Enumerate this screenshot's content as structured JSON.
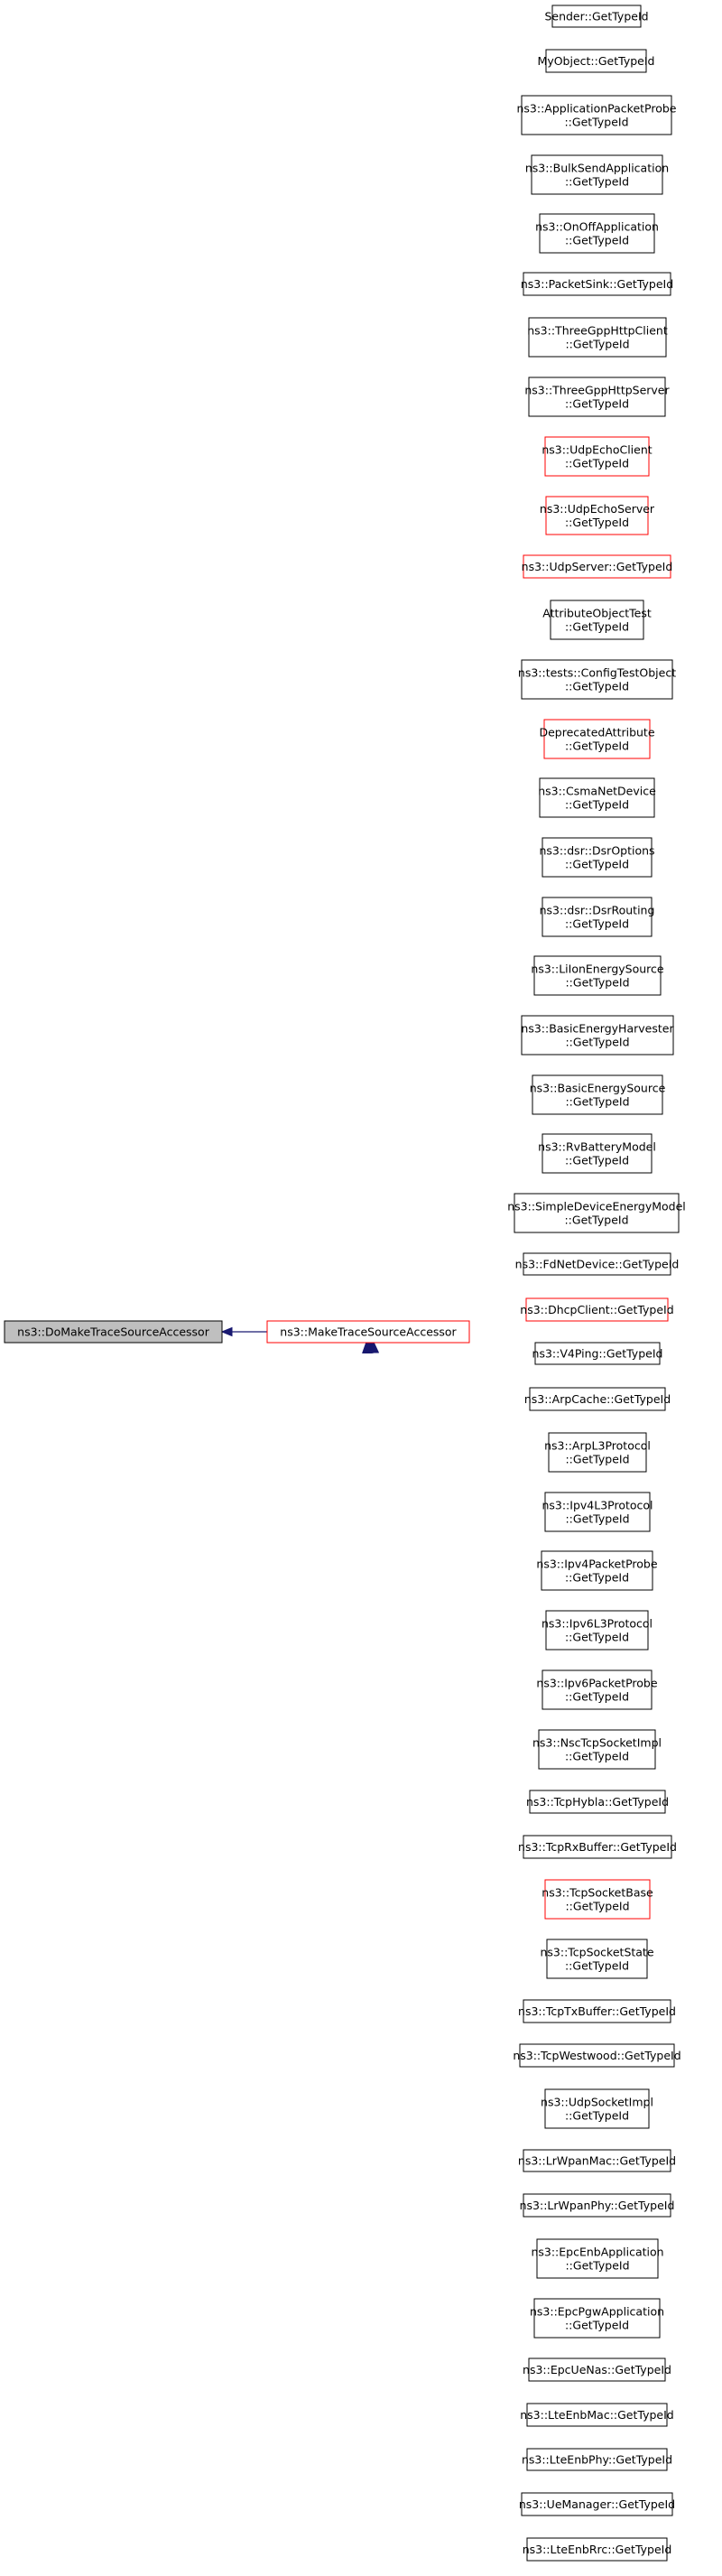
{
  "nodes": {
    "root": {
      "id": "do-make",
      "lines": [
        "ns3::DoMakeTraceSourceAccessor"
      ],
      "color": "grey"
    },
    "mid": {
      "id": "make",
      "lines": [
        "ns3::MakeTraceSourceAccessor"
      ],
      "color": "red"
    },
    "callers": [
      {
        "id": "sender",
        "lines": [
          "Sender::GetTypeId"
        ],
        "color": "black"
      },
      {
        "id": "myobject",
        "lines": [
          "MyObject::GetTypeId"
        ],
        "color": "black"
      },
      {
        "id": "app-packet-probe",
        "lines": [
          "ns3::ApplicationPacketProbe",
          "::GetTypeId"
        ],
        "color": "black"
      },
      {
        "id": "bulk-send",
        "lines": [
          "ns3::BulkSendApplication",
          "::GetTypeId"
        ],
        "color": "black"
      },
      {
        "id": "onoff",
        "lines": [
          "ns3::OnOffApplication",
          "::GetTypeId"
        ],
        "color": "black"
      },
      {
        "id": "packet-sink",
        "lines": [
          "ns3::PacketSink::GetTypeId"
        ],
        "color": "black"
      },
      {
        "id": "http-client",
        "lines": [
          "ns3::ThreeGppHttpClient",
          "::GetTypeId"
        ],
        "color": "black"
      },
      {
        "id": "http-server",
        "lines": [
          "ns3::ThreeGppHttpServer",
          "::GetTypeId"
        ],
        "color": "black"
      },
      {
        "id": "udp-echo-client",
        "lines": [
          "ns3::UdpEchoClient",
          "::GetTypeId"
        ],
        "color": "red"
      },
      {
        "id": "udp-echo-server",
        "lines": [
          "ns3::UdpEchoServer",
          "::GetTypeId"
        ],
        "color": "red"
      },
      {
        "id": "udp-server",
        "lines": [
          "ns3::UdpServer::GetTypeId"
        ],
        "color": "red"
      },
      {
        "id": "attribute-object-test",
        "lines": [
          "AttributeObjectTest",
          "::GetTypeId"
        ],
        "color": "black"
      },
      {
        "id": "config-test-object",
        "lines": [
          "ns3::tests::ConfigTestObject",
          "::GetTypeId"
        ],
        "color": "black"
      },
      {
        "id": "deprecated-attribute",
        "lines": [
          "DeprecatedAttribute",
          "::GetTypeId"
        ],
        "color": "red"
      },
      {
        "id": "csma-net-device",
        "lines": [
          "ns3::CsmaNetDevice",
          "::GetTypeId"
        ],
        "color": "black"
      },
      {
        "id": "dsr-options",
        "lines": [
          "ns3::dsr::DsrOptions",
          "::GetTypeId"
        ],
        "color": "black"
      },
      {
        "id": "dsr-routing",
        "lines": [
          "ns3::dsr::DsrRouting",
          "::GetTypeId"
        ],
        "color": "black"
      },
      {
        "id": "li-ion-energy-source",
        "lines": [
          "ns3::LiIonEnergySource",
          "::GetTypeId"
        ],
        "color": "black"
      },
      {
        "id": "basic-energy-harvester",
        "lines": [
          "ns3::BasicEnergyHarvester",
          "::GetTypeId"
        ],
        "color": "black"
      },
      {
        "id": "basic-energy-source",
        "lines": [
          "ns3::BasicEnergySource",
          "::GetTypeId"
        ],
        "color": "black"
      },
      {
        "id": "rv-battery-model",
        "lines": [
          "ns3::RvBatteryModel",
          "::GetTypeId"
        ],
        "color": "black"
      },
      {
        "id": "simple-device-energy-model",
        "lines": [
          "ns3::SimpleDeviceEnergyModel",
          "::GetTypeId"
        ],
        "color": "black"
      },
      {
        "id": "fd-net-device",
        "lines": [
          "ns3::FdNetDevice::GetTypeId"
        ],
        "color": "black"
      },
      {
        "id": "dhcp-client",
        "lines": [
          "ns3::DhcpClient::GetTypeId"
        ],
        "color": "red"
      },
      {
        "id": "v4ping",
        "lines": [
          "ns3::V4Ping::GetTypeId"
        ],
        "color": "black"
      },
      {
        "id": "arp-cache",
        "lines": [
          "ns3::ArpCache::GetTypeId"
        ],
        "color": "black"
      },
      {
        "id": "arp-l3-protocol",
        "lines": [
          "ns3::ArpL3Protocol",
          "::GetTypeId"
        ],
        "color": "black"
      },
      {
        "id": "ipv4-l3-protocol",
        "lines": [
          "ns3::Ipv4L3Protocol",
          "::GetTypeId"
        ],
        "color": "black"
      },
      {
        "id": "ipv4-packet-probe",
        "lines": [
          "ns3::Ipv4PacketProbe",
          "::GetTypeId"
        ],
        "color": "black"
      },
      {
        "id": "ipv6-l3-protocol",
        "lines": [
          "ns3::Ipv6L3Protocol",
          "::GetTypeId"
        ],
        "color": "black"
      },
      {
        "id": "ipv6-packet-probe",
        "lines": [
          "ns3::Ipv6PacketProbe",
          "::GetTypeId"
        ],
        "color": "black"
      },
      {
        "id": "nsc-tcp-socket-impl",
        "lines": [
          "ns3::NscTcpSocketImpl",
          "::GetTypeId"
        ],
        "color": "black"
      },
      {
        "id": "tcp-hybla",
        "lines": [
          "ns3::TcpHybla::GetTypeId"
        ],
        "color": "black"
      },
      {
        "id": "tcp-rx-buffer",
        "lines": [
          "ns3::TcpRxBuffer::GetTypeId"
        ],
        "color": "black"
      },
      {
        "id": "tcp-socket-base",
        "lines": [
          "ns3::TcpSocketBase",
          "::GetTypeId"
        ],
        "color": "red"
      },
      {
        "id": "tcp-socket-state",
        "lines": [
          "ns3::TcpSocketState",
          "::GetTypeId"
        ],
        "color": "black"
      },
      {
        "id": "tcp-tx-buffer",
        "lines": [
          "ns3::TcpTxBuffer::GetTypeId"
        ],
        "color": "black"
      },
      {
        "id": "tcp-westwood",
        "lines": [
          "ns3::TcpWestwood::GetTypeId"
        ],
        "color": "black"
      },
      {
        "id": "udp-socket-impl",
        "lines": [
          "ns3::UdpSocketImpl",
          "::GetTypeId"
        ],
        "color": "black"
      },
      {
        "id": "lr-wpan-mac",
        "lines": [
          "ns3::LrWpanMac::GetTypeId"
        ],
        "color": "black"
      },
      {
        "id": "lr-wpan-phy",
        "lines": [
          "ns3::LrWpanPhy::GetTypeId"
        ],
        "color": "black"
      },
      {
        "id": "epc-enb-application",
        "lines": [
          "ns3::EpcEnbApplication",
          "::GetTypeId"
        ],
        "color": "black"
      },
      {
        "id": "epc-pgw-application",
        "lines": [
          "ns3::EpcPgwApplication",
          "::GetTypeId"
        ],
        "color": "black"
      },
      {
        "id": "epc-ue-nas",
        "lines": [
          "ns3::EpcUeNas::GetTypeId"
        ],
        "color": "black"
      },
      {
        "id": "lte-enb-mac",
        "lines": [
          "ns3::LteEnbMac::GetTypeId"
        ],
        "color": "black"
      },
      {
        "id": "lte-enb-phy",
        "lines": [
          "ns3::LteEnbPhy::GetTypeId"
        ],
        "color": "black"
      },
      {
        "id": "ue-manager",
        "lines": [
          "ns3::UeManager::GetTypeId"
        ],
        "color": "black"
      },
      {
        "id": "lte-enb-rrc",
        "lines": [
          "ns3::LteEnbRrc::GetTypeId"
        ],
        "color": "black"
      }
    ]
  },
  "colors": {
    "edge": "#191970",
    "border_default": "#000000",
    "border_highlight": "#ff0000",
    "root_fill": "#bfbfbf",
    "node_fill": "#ffffff"
  }
}
